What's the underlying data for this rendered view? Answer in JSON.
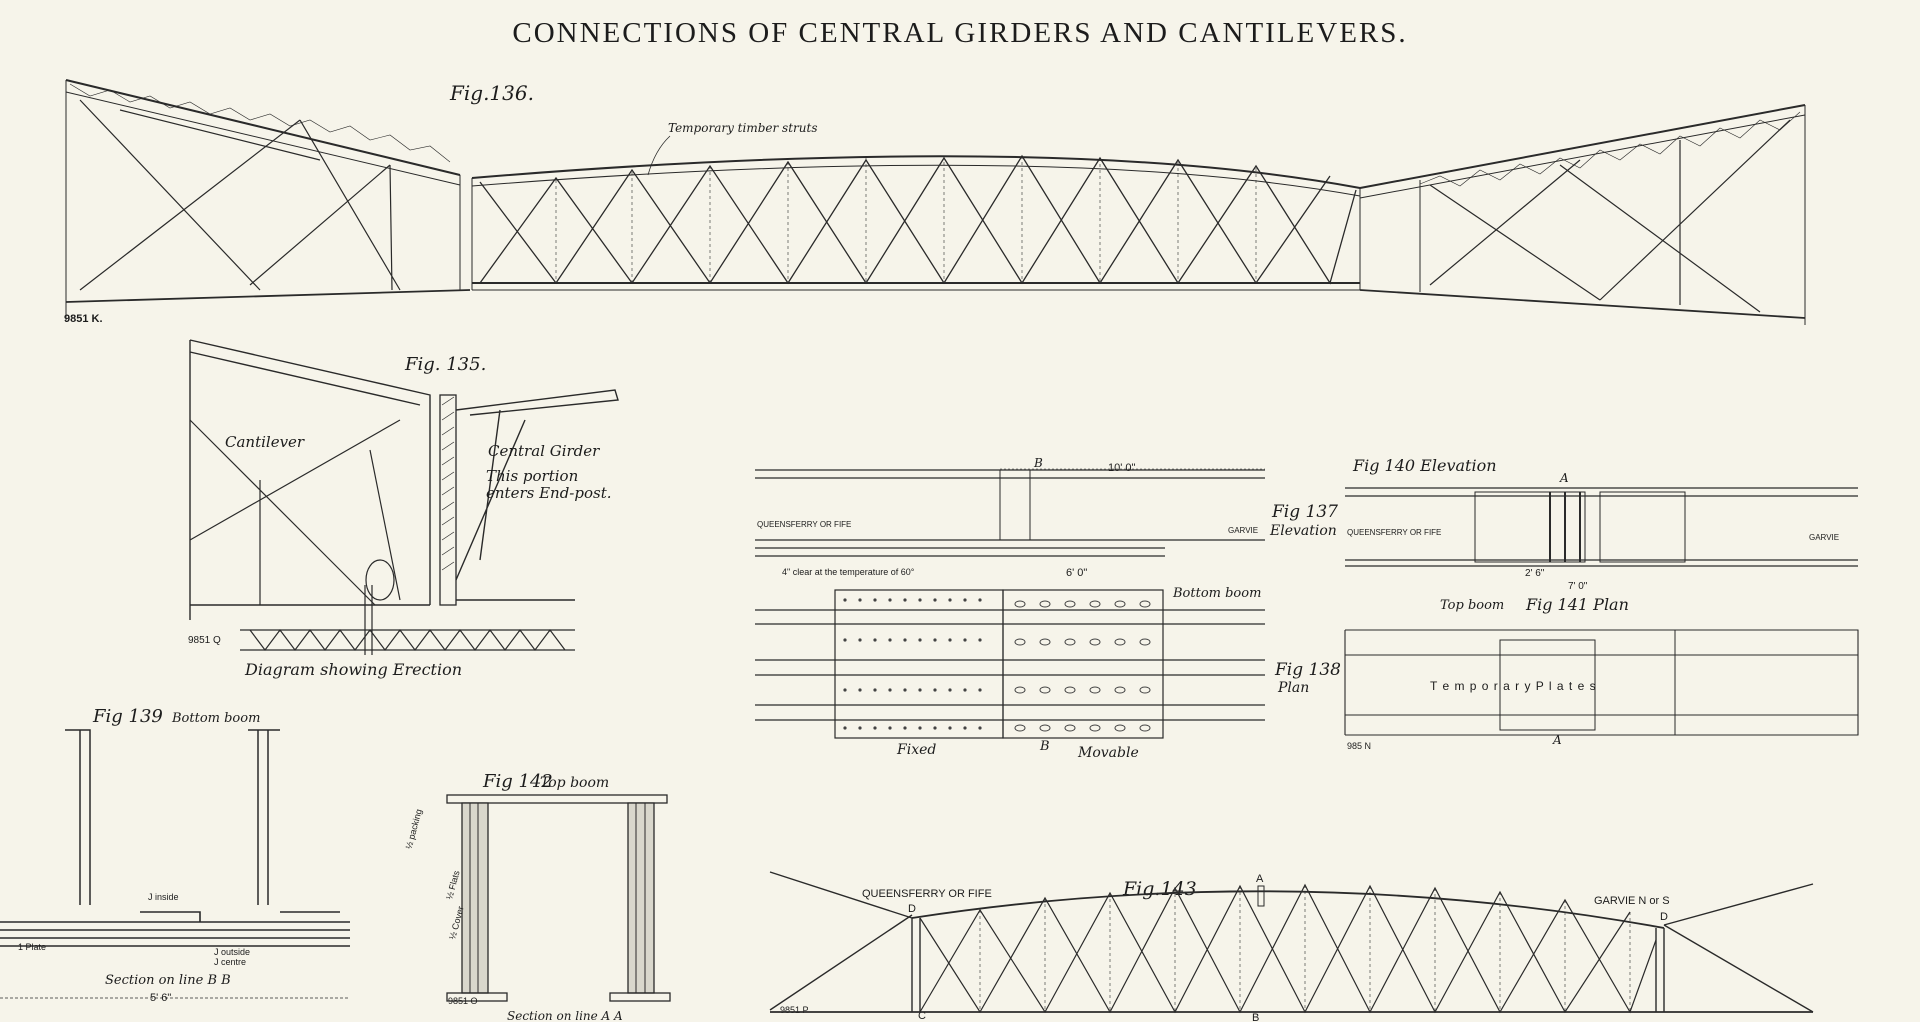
{
  "title": "CONNECTIONS OF CENTRAL GIRDERS AND CANTILEVERS.",
  "fig136": {
    "label": "Fig.136.",
    "note": "Temporary timber struts",
    "ref": "9851 K."
  },
  "fig135": {
    "label": "Fig. 135.",
    "cantilever": "Cantilever",
    "central_girder": "Central Girder",
    "portion_1": "This portion",
    "portion_2": "enters End-post.",
    "ref": "9851 Q",
    "caption": "Diagram showing Erection"
  },
  "fig137": {
    "label": "Fig 137",
    "sub": "Elevation",
    "queensferry": "QUEENSFERRY OR FIFE",
    "garvie": "GARVIE",
    "dim_10": "10' 0\"",
    "dim_6": "6' 0\"",
    "clear": "4\" clear at the temperature of 60°",
    "b_top": "B",
    "b_bottom": "B",
    "bottom_boom": "Bottom boom",
    "fixed": "Fixed",
    "movable": "Movable"
  },
  "fig138": {
    "label": "Fig 138",
    "sub": "Plan"
  },
  "fig140": {
    "label": "Fig 140 Elevation",
    "a_top": "A",
    "queensferry": "QUEENSFERRY OR FIFE",
    "garvie": "GARVIE",
    "dim_2": "2' 6\"",
    "dim_7": "7' 0\""
  },
  "fig141": {
    "top_boom": "Top boom",
    "label": "Fig 141 Plan",
    "temp_plates": "T e m p o r a r y   P l a t e s",
    "a_bottom": "A",
    "ref": "985 N"
  },
  "fig139": {
    "label": "Fig 139",
    "sub": "Bottom boom",
    "section": "Section on line B B",
    "dim_56": "5' 6\"",
    "inside": "J inside",
    "outside": "J outside",
    "centre": "J centre",
    "plate": "1 Plate"
  },
  "fig142": {
    "label": "Fig 142",
    "sub": "Top boom",
    "section": "Section on line A A",
    "ref": "9851 O",
    "packing": "½ packing",
    "flats": "½ Flats",
    "cover": "½ Cover"
  },
  "fig143": {
    "label": "Fig.143",
    "queensferry": "QUEENSFERRY OR FIFE",
    "garvie": "GARVIE N or S",
    "a": "A",
    "d_left": "D",
    "d_right": "D",
    "c": "C",
    "b": "B",
    "ref": "9851 P"
  }
}
